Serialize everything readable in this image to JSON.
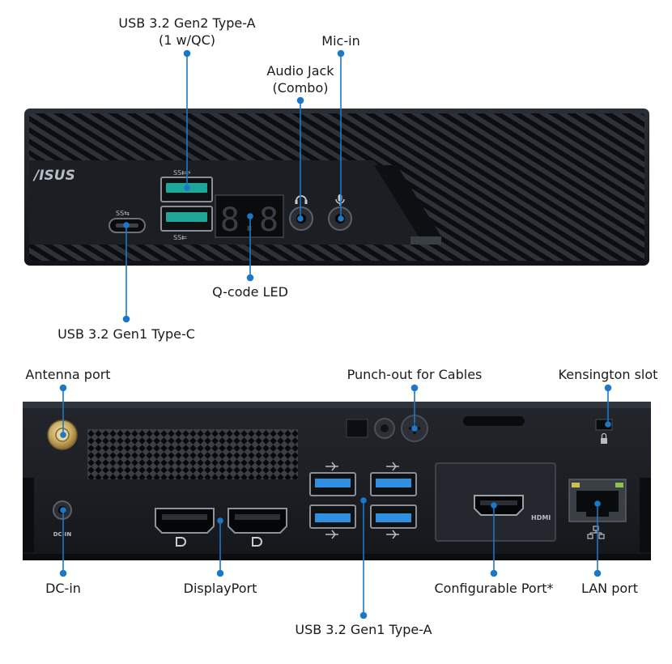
{
  "front_panel": {
    "brand": "/ISUS",
    "usb_a_top_marking": "SS⇇⚡",
    "usb_a_bottom_marking": "SS⇇",
    "usb_c_marking": "SS⇆",
    "qcode_display": "8.8",
    "labels": {
      "usb_gen2_a_line1": "USB 3.2 Gen2 Type-A",
      "usb_gen2_a_line2": "(1 w/QC)",
      "mic_in": "Mic-in",
      "audio_jack_line1": "Audio Jack",
      "audio_jack_line2": "(Combo)",
      "qcode_led": "Q-code LED",
      "usb_gen1_c": "USB 3.2 Gen1 Type-C"
    }
  },
  "rear_panel": {
    "dc_in_marking": "DC-IN",
    "hdmi_marking": "HDMI",
    "labels": {
      "antenna_port": "Antenna port",
      "punch_out": "Punch-out for Cables",
      "kensington_slot": "Kensington slot",
      "dc_in": "DC-in",
      "displayport": "DisplayPort",
      "configurable_port": "Configurable Port*",
      "lan_port": "LAN port",
      "usb_gen1_a": "USB 3.2 Gen1 Type-A"
    }
  },
  "colors": {
    "callout": "#1b78c8",
    "chassis": "#16191e",
    "usb3_blue": "#2f8fe0",
    "usb_gen2_teal": "#1ea69a"
  }
}
